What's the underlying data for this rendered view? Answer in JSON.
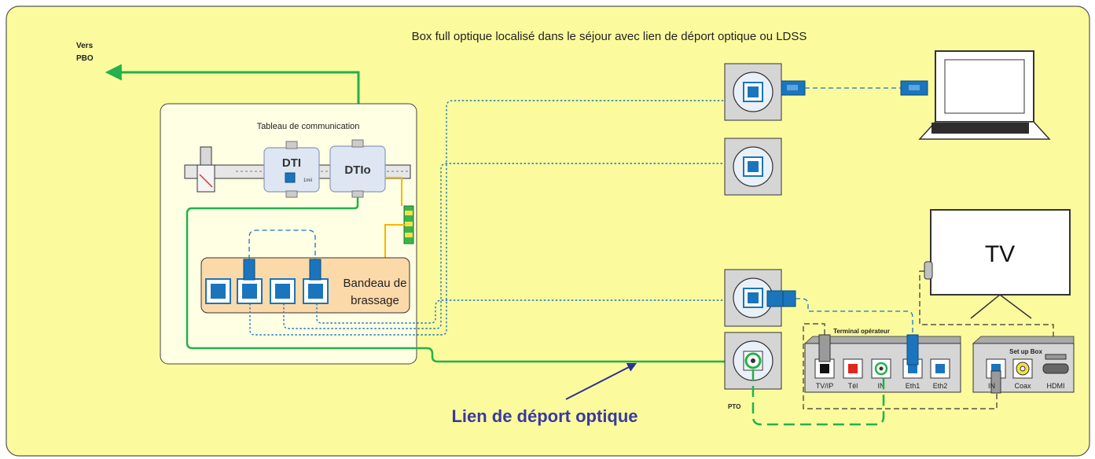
{
  "diagram": {
    "title": "Box full optique localisé dans le séjour avec lien de déport optique ou LDSS",
    "vers_pbo_line1": "Vers",
    "vers_pbo_line2": "PBO",
    "tableau_label": "Tableau de communication",
    "dti_label": "DTI",
    "dti_sub": "1mii",
    "dtio_label": "DTIo",
    "bandeau_line1": "Bandeau de",
    "bandeau_line2": "brassage",
    "tv_label": "TV",
    "setup_box_label": "Set up Box",
    "setup_ports": [
      "IN",
      "Coax",
      "HDMI"
    ],
    "terminal_label": "Terminal opérateur",
    "terminal_ports": [
      "TV/IP",
      "Tél",
      "IN",
      "Eth1",
      "Eth2"
    ],
    "pto_label": "PTO",
    "lien_label": "Lien de déport optique"
  },
  "colors": {
    "background": "#FBFB9E",
    "fiber_green": "#22B14C",
    "rj45_blue": "#1B75BC",
    "arrow_navy": "#2E3192",
    "lien_text": "#3A3A9E",
    "wall_outlet": "#D5D5D5",
    "bandeau_fill": "#FCD9A8",
    "panel_fill": "#FFFFE4",
    "yellow_cord": "#F5B800"
  }
}
